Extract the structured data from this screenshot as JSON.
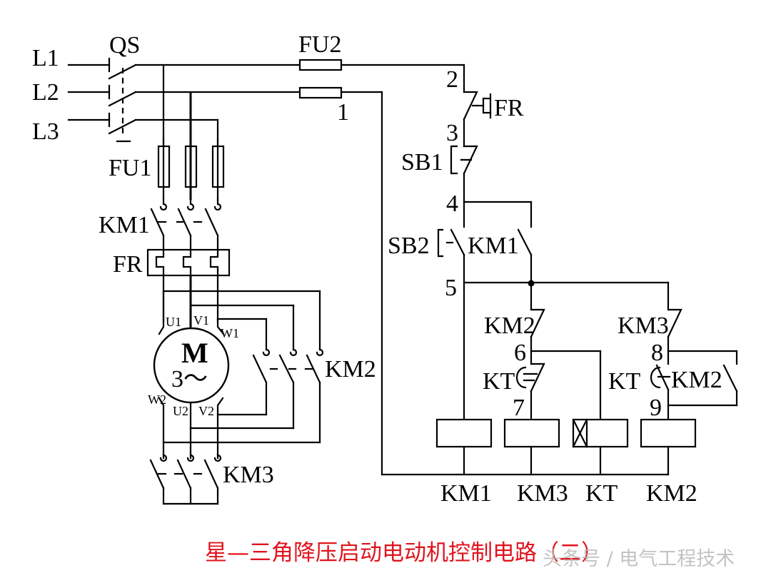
{
  "diagram": {
    "title": "星—三角降压启动电动机控制电路（二）",
    "watermark": "头条号 / 电气工程技术",
    "title_color": "#e0141e",
    "power_circuit": {
      "lines": [
        "L1",
        "L2",
        "L3"
      ],
      "switch": "QS",
      "fuse_main": "FU1",
      "main_contactor": "KM1",
      "thermal_relay": "FR",
      "motor": {
        "label": "M",
        "phase": "3～",
        "terminals": [
          "U1",
          "V1",
          "W1",
          "W2",
          "U2",
          "V2"
        ]
      },
      "delta_contactor": "KM2",
      "star_contactor": "KM3"
    },
    "control_circuit": {
      "fuse": "FU2",
      "nodes": [
        "1",
        "2",
        "3",
        "4",
        "5",
        "6",
        "7",
        "8",
        "9"
      ],
      "contacts": {
        "fr_nc": "FR",
        "stop_button": "SB1",
        "start_button": "SB2",
        "km1_hold": "KM1",
        "km2_nc": "KM2",
        "kt_nc": "KT",
        "km3_nc": "KM3",
        "kt_no": "KT",
        "km2_hold": "KM2"
      },
      "coils": [
        "KM1",
        "KM3",
        "KT",
        "KM2"
      ]
    }
  }
}
